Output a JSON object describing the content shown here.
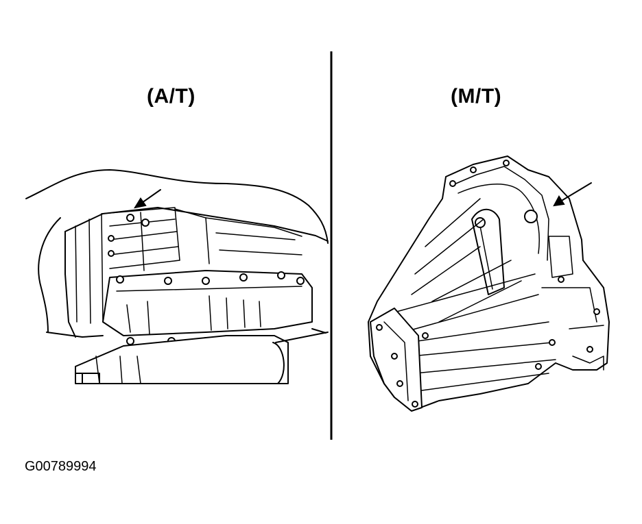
{
  "panels": {
    "left": {
      "label": "(A/T)"
    },
    "right": {
      "label": "(M/T)"
    }
  },
  "figure_code": "G00789994"
}
